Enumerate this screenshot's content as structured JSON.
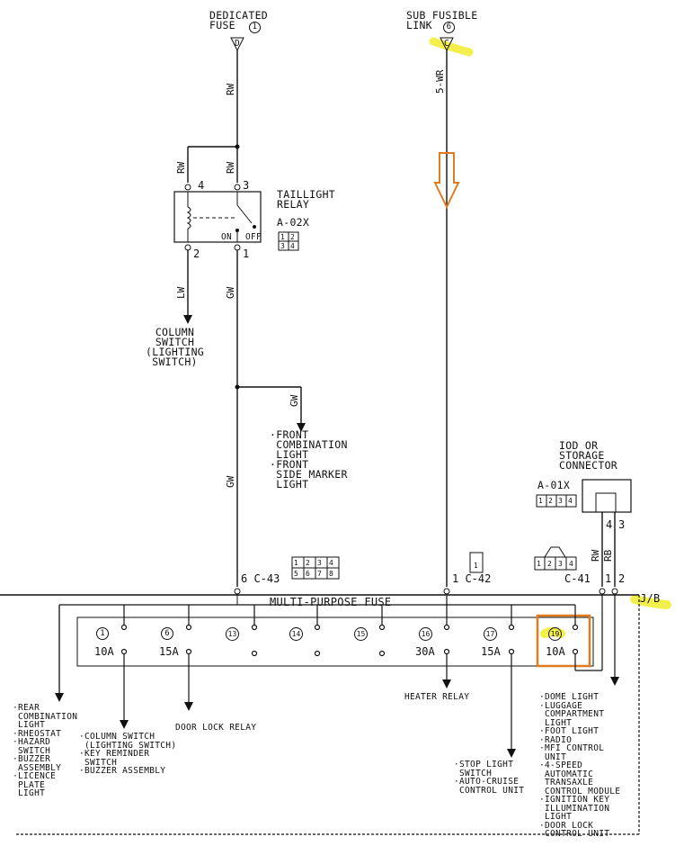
{
  "top": {
    "dedicated_fuse": "DEDICATED\nFUSE",
    "dedicated_fuse_no": "1",
    "dedicated_terminal": "D",
    "sub_fusible_link": "SUB FUSIBLE\nLINK",
    "sub_fusible_link_no": "6",
    "sub_terminal": "C"
  },
  "wires": {
    "rw_top": "RW",
    "rw_left": "RW",
    "rw_mid": "RW",
    "lw": "LW",
    "gw_relay": "GW",
    "gw_branch": "GW",
    "gw_main": "GW",
    "wr5": "5-WR",
    "rw_iod": "RW",
    "rb_iod": "RB"
  },
  "relay": {
    "title": "TAILLIGHT\nRELAY",
    "code": "A-02X",
    "pin4": "4",
    "pin3": "3",
    "pin2": "2",
    "pin1": "1",
    "on": "ON",
    "off": "OFF",
    "conn": [
      "1",
      "2",
      "3",
      "4"
    ]
  },
  "loads": {
    "column_switch": "COLUMN\nSWITCH\n(LIGHTING\nSWITCH)",
    "front_combination": "·FRONT\n COMBINATION\n LIGHT\n·FRONT\n SIDE MARKER\n LIGHT"
  },
  "iod": {
    "title": "IOD OR\nSTORAGE\nCONNECTOR",
    "code": "A-01X",
    "pins": [
      "1",
      "2",
      "3",
      "4"
    ],
    "pin4": "4",
    "pin3": "3"
  },
  "connectors": {
    "c43": "6 C-43",
    "c43_pins": [
      "1",
      "2",
      "3",
      "4",
      "5",
      "6",
      "7",
      "8"
    ],
    "c42": "1  C-42",
    "c42_pin": "1",
    "c41": "C-41",
    "c41_pin1": "1",
    "c41_pin2": "2",
    "c41_pins": [
      "1",
      "2",
      "3",
      "4"
    ]
  },
  "fuse_block": {
    "title": "MULTI-PURPOSE FUSE",
    "jb": "J/B",
    "fuses": [
      {
        "no": "1",
        "rating": "10A"
      },
      {
        "no": "6",
        "rating": "15A"
      },
      {
        "no": "13",
        "rating": ""
      },
      {
        "no": "14",
        "rating": ""
      },
      {
        "no": "15",
        "rating": ""
      },
      {
        "no": "16",
        "rating": "30A"
      },
      {
        "no": "17",
        "rating": "15A"
      },
      {
        "no": "19",
        "rating": "10A"
      }
    ]
  },
  "outputs": {
    "rear": "·REAR\n COMBINATION\n LIGHT\n·RHEOSTAT\n·HAZARD\n SWITCH\n·BUZZER\n ASSEMBLY\n·LICENCE\n PLATE\n LIGHT",
    "column_sw": "·COLUMN SWITCH\n (LIGHTING SWITCH)\n·KEY REMINDER\n SWITCH\n·BUZZER ASSEMBLY",
    "door_lock_relay": "DOOR LOCK RELAY",
    "heater_relay": "HEATER RELAY",
    "stop_light": "·STOP LIGHT\n SWITCH\n·AUTO-CRUISE\n CONTROL UNIT",
    "dome": "·DOME LIGHT\n·LUGGAGE\n COMPARTMENT\n LIGHT\n·FOOT LIGHT\n·RADIO\n·MFI CONTROL\n UNIT\n·4-SPEED\n AUTOMATIC\n TRANSAXLE\n CONTROL MODULE\n·IGNITION KEY\n ILLUMINATION\n LIGHT\n·DOOR LOCK\n CONTROL UNIT"
  },
  "colors": {
    "line": "#111111",
    "highlight": "#f2ee3a",
    "orange": "#e07b1f"
  }
}
